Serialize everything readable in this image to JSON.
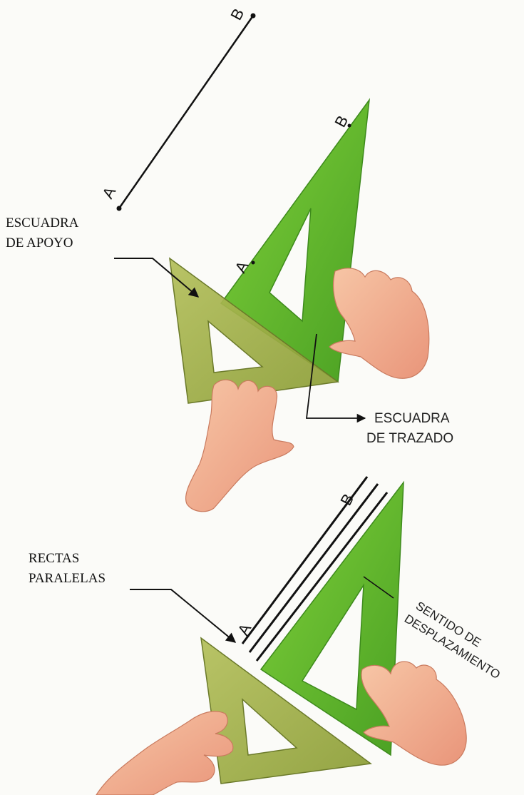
{
  "labels": {
    "point_a": "A",
    "point_b": "B",
    "escuadra_apoyo_line1": "ESCUADRA",
    "escuadra_apoyo_line2": "DE APOYO",
    "escuadra_trazado_line1": "ESCUADRA",
    "escuadra_trazado_line2": "DE TRAZADO",
    "rectas_paralelas_line1": "RECTAS",
    "rectas_paralelas_line2": "PARALELAS",
    "sentido_line1": "SENTIDO DE",
    "sentido_line2": "DESPLAZAMIENTO"
  },
  "colors": {
    "drawing_square": "#5fb82a",
    "support_square": "#9aac3e",
    "hand": "#f2b08f",
    "ink": "#111111"
  }
}
